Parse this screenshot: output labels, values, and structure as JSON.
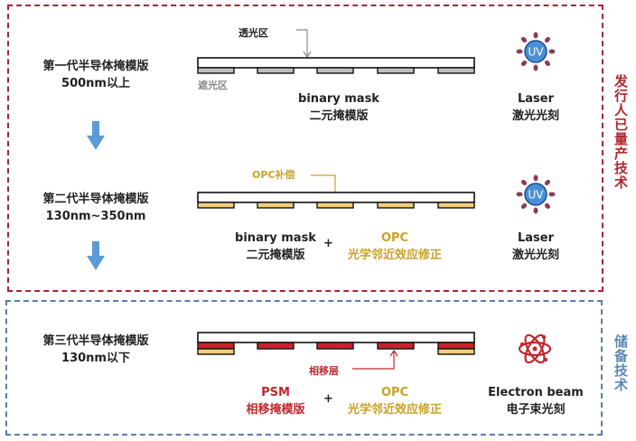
{
  "panels": {
    "mass_production_label": "发行人已量产技术",
    "reserve_label": "储备技术"
  },
  "colors": {
    "mass_border": "#a3263a",
    "reserve_border": "#5a7fa8",
    "arrow": "#5b9bd5",
    "opaque_gray": "#c0c0c0",
    "opc_gold": "#f3cd7a",
    "psm_red": "#c8222c",
    "opc_text": "#c9a227",
    "psm_text": "#c0282e"
  },
  "generations": [
    {
      "title": "第一代半导体掩模版",
      "node": "500nm以上",
      "mask_caption_en": "binary mask",
      "mask_caption_cn": "二元掩模版",
      "top_tag": "透光区",
      "bottom_tag": "遮光区",
      "source_en": "Laser",
      "source_cn": "激光光刻",
      "source_icon": "uv-laser-icon"
    },
    {
      "title": "第二代半导体掩模版",
      "node": "130nm~350nm",
      "mask_caption_en": "binary mask",
      "mask_caption_cn": "二元掩模版",
      "plus": "+",
      "extra_en": "OPC",
      "extra_cn": "光学邻近效应修正",
      "top_tag": "OPC补偿",
      "source_en": "Laser",
      "source_cn": "激光光刻",
      "source_icon": "uv-laser-icon"
    },
    {
      "title": "第三代半导体掩模版",
      "node": "130nm以下",
      "mask_caption_en": "PSM",
      "mask_caption_cn": "相移掩模版",
      "plus": "+",
      "extra_en": "OPC",
      "extra_cn": "光学邻近效应修正",
      "bottom_tag": "相移层",
      "source_en": "Electron beam",
      "source_cn": "电子束光刻",
      "source_icon": "electron-atom-icon"
    }
  ],
  "icons": {
    "uv_text": "UV"
  }
}
